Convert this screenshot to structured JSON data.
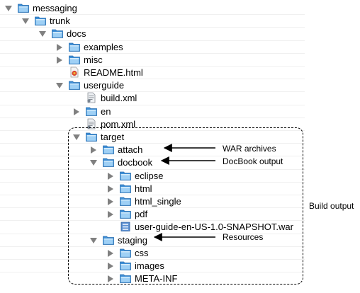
{
  "tree": [
    {
      "label": "messaging",
      "depth": 0,
      "expand": "open",
      "icon": "folder-icon"
    },
    {
      "label": "trunk",
      "depth": 1,
      "expand": "open",
      "icon": "folder-icon"
    },
    {
      "label": "docs",
      "depth": 2,
      "expand": "open",
      "icon": "folder-icon"
    },
    {
      "label": "examples",
      "depth": 3,
      "expand": "closed",
      "icon": "folder-icon"
    },
    {
      "label": "misc",
      "depth": 3,
      "expand": "closed",
      "icon": "folder-icon"
    },
    {
      "label": "README.html",
      "depth": 3,
      "expand": "none",
      "icon": "html-file-icon"
    },
    {
      "label": "userguide",
      "depth": 3,
      "expand": "open",
      "icon": "folder-icon"
    },
    {
      "label": "build.xml",
      "depth": 4,
      "expand": "none",
      "icon": "xml-file-icon"
    },
    {
      "label": "en",
      "depth": 4,
      "expand": "closed",
      "icon": "folder-icon"
    },
    {
      "label": "pom.xml",
      "depth": 4,
      "expand": "none",
      "icon": "xml-file-icon"
    },
    {
      "label": "target",
      "depth": 4,
      "expand": "open",
      "icon": "folder-icon"
    },
    {
      "label": "attach",
      "depth": 5,
      "expand": "closed",
      "icon": "folder-icon"
    },
    {
      "label": "docbook",
      "depth": 5,
      "expand": "open",
      "icon": "folder-icon"
    },
    {
      "label": "eclipse",
      "depth": 6,
      "expand": "closed",
      "icon": "folder-icon"
    },
    {
      "label": "html",
      "depth": 6,
      "expand": "closed",
      "icon": "folder-icon"
    },
    {
      "label": "html_single",
      "depth": 6,
      "expand": "closed",
      "icon": "folder-icon"
    },
    {
      "label": "pdf",
      "depth": 6,
      "expand": "closed",
      "icon": "folder-icon"
    },
    {
      "label": "user-guide-en-US-1.0-SNAPSHOT.war",
      "depth": 6,
      "expand": "none",
      "icon": "war-file-icon"
    },
    {
      "label": "staging",
      "depth": 5,
      "expand": "open",
      "icon": "folder-icon"
    },
    {
      "label": "css",
      "depth": 6,
      "expand": "closed",
      "icon": "folder-icon"
    },
    {
      "label": "images",
      "depth": 6,
      "expand": "closed",
      "icon": "folder-icon"
    },
    {
      "label": "META-INF",
      "depth": 6,
      "expand": "closed",
      "icon": "folder-icon"
    }
  ],
  "annotations": {
    "war_archives": "WAR archives",
    "docbook_output": "DocBook output",
    "resources": "Resources",
    "build_output": "Build output"
  },
  "colors": {
    "folder_light": "#9fd0f5",
    "folder_dark": "#3f8fd6",
    "triangle": "#808080"
  }
}
